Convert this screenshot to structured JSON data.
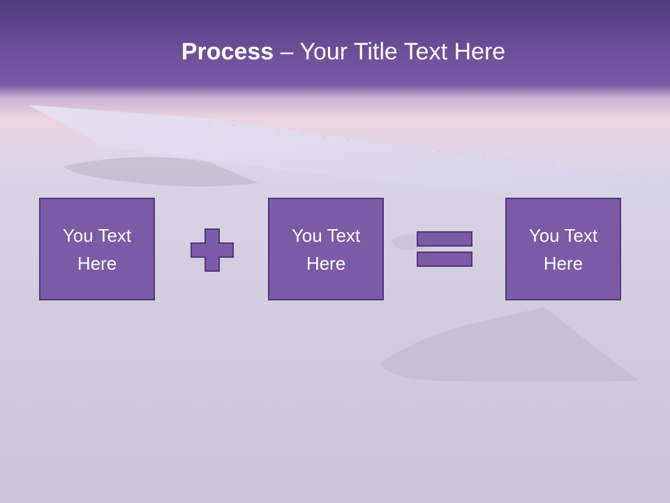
{
  "slide": {
    "title_bold": "Process",
    "title_rest": " – Your Title Text Here"
  },
  "process": {
    "boxes": [
      {
        "text": "You Text Here"
      },
      {
        "text": "You Text Here"
      },
      {
        "text": "You Text Here"
      }
    ],
    "operators": [
      "plus-icon",
      "equals-icon"
    ]
  },
  "colors": {
    "box_fill": "#7a5ba6",
    "box_border": "#4f3979",
    "title_band": "#6a4f98",
    "text": "#ffffff"
  }
}
